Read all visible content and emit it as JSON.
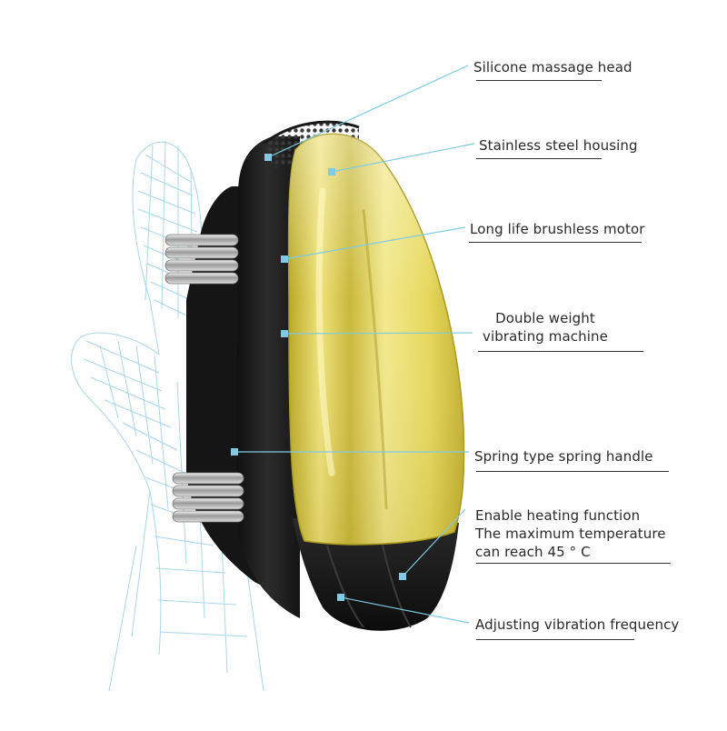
{
  "colors": {
    "accent": "#7ecbe3",
    "gold": "#e2d24a",
    "body_black": "#1c1c1c",
    "hand_wire": "#a9d6ea",
    "text": "#2a2a2a"
  },
  "callouts": [
    {
      "lines": [
        "Silicone massage head"
      ]
    },
    {
      "lines": [
        "Stainless steel housing"
      ]
    },
    {
      "lines": [
        "Long life brushless motor"
      ]
    },
    {
      "lines": [
        "Double weight",
        "vibrating machine"
      ]
    },
    {
      "lines": [
        "Spring type spring handle"
      ]
    },
    {
      "lines": [
        "Enable heating function",
        "The maximum temperature",
        "can reach 45 ° C"
      ]
    },
    {
      "lines": [
        "Adjusting vibration frequency"
      ]
    }
  ]
}
